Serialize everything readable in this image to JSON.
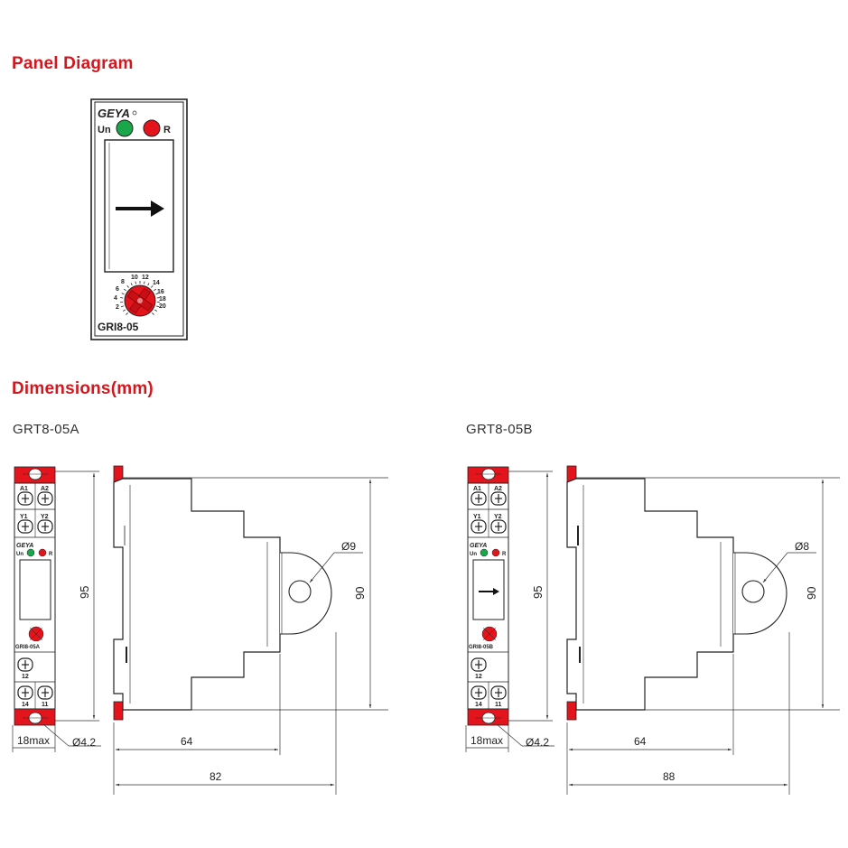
{
  "sections": {
    "panel_title": "Panel Diagram",
    "dimensions_title": "Dimensions(mm)"
  },
  "panel": {
    "brand": "GEYA",
    "led_un_label": "Un",
    "led_r_label": "R",
    "model": "GRI8-05",
    "dial_scale": [
      "2",
      "4",
      "6",
      "8",
      "10",
      "12",
      "14",
      "16",
      "18",
      "20"
    ],
    "colors": {
      "green_led": "#1aa64a",
      "red_led": "#e4141c",
      "dial": "#e4141c",
      "title": "#d3171f"
    }
  },
  "variants": [
    {
      "name": "GRT8-05A",
      "module_model": "GRI8-05A",
      "terminals_top": [
        "A1",
        "A2",
        "Y1",
        "Y2"
      ],
      "terminals_bottom": [
        "12",
        "14",
        "11"
      ],
      "height_dim": "95",
      "width_dim": "18max",
      "hole_dim": "Ø4.2",
      "side_height_dim": "90",
      "depth_dim_inner": "64",
      "depth_dim_outer": "82",
      "ring_dim": "Ø9"
    },
    {
      "name": "GRT8-05B",
      "module_model": "GRI8-05B",
      "terminals_top": [
        "A1",
        "A2",
        "Y1",
        "Y2"
      ],
      "terminals_bottom": [
        "12",
        "14",
        "11"
      ],
      "height_dim": "95",
      "width_dim": "18max",
      "hole_dim": "Ø4.2",
      "side_height_dim": "90",
      "depth_dim_inner": "64",
      "depth_dim_outer": "88",
      "ring_dim": "Ø8"
    }
  ]
}
